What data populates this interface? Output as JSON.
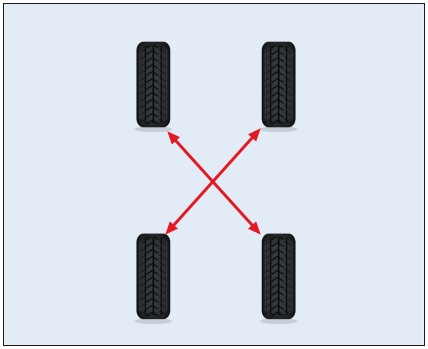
{
  "diagram": {
    "background_color": "#e2ebf6",
    "arrow_color": "#e21a23",
    "tire_color": "#1e2124",
    "tires": [
      {
        "name": "front-left-tire",
        "icon": "tire-icon"
      },
      {
        "name": "front-right-tire",
        "icon": "tire-icon"
      },
      {
        "name": "rear-left-tire",
        "icon": "tire-icon"
      },
      {
        "name": "rear-right-tire",
        "icon": "tire-icon"
      }
    ],
    "arrows": [
      {
        "name": "arrow-front-left-to-rear-right",
        "icon": "double-headed-arrow-icon"
      },
      {
        "name": "arrow-front-right-to-rear-left",
        "icon": "double-headed-arrow-icon"
      }
    ]
  }
}
